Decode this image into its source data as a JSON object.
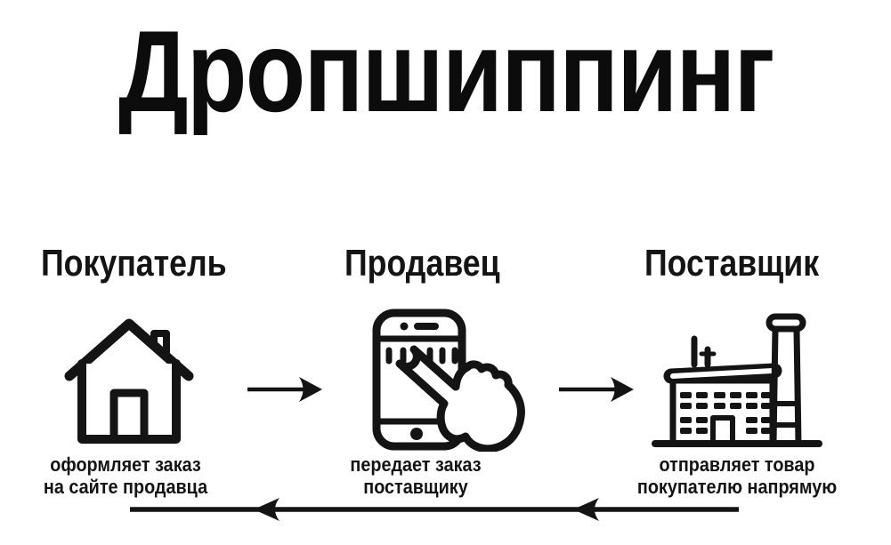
{
  "title": "Дропшиппинг",
  "diagram": {
    "nodes": [
      {
        "id": "buyer",
        "heading": "Покупатель",
        "icon": "house-icon",
        "caption": [
          "оформляет заказ",
          "на сайте продавца"
        ]
      },
      {
        "id": "seller",
        "heading": "Продавец",
        "icon": "smartphone-tap-icon",
        "caption": [
          "передает заказ",
          "поставщику"
        ]
      },
      {
        "id": "supplier",
        "heading": "Поставщик",
        "icon": "factory-icon",
        "caption": [
          "отправляет товар",
          "покупателю напрямую"
        ]
      }
    ],
    "edges": [
      {
        "from": "buyer",
        "to": "seller",
        "direction": "right"
      },
      {
        "from": "seller",
        "to": "supplier",
        "direction": "right"
      },
      {
        "from": "supplier",
        "to": "buyer",
        "direction": "left"
      }
    ]
  },
  "colors": {
    "ink": "#141414",
    "background": "#ffffff"
  }
}
